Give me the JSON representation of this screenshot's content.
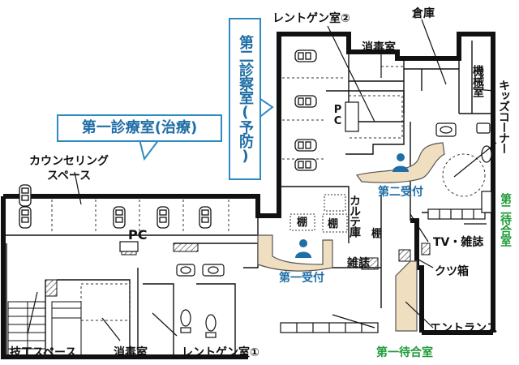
{
  "callouts": {
    "clinic1": "第一診療室(治療)",
    "clinic2": "第二診察室(予防)"
  },
  "labels": {
    "xray2": "レントゲン室②",
    "storage": "倉庫",
    "disinfect_top": "消毒室",
    "machine_room": "機械室",
    "kids_corner": "キッズコーナー",
    "pc_top": "PC",
    "reception2": "第二受付",
    "counseling": "カウンセリングスペース",
    "pc_bottom": "PC",
    "shelf": "棚",
    "karute": "カルテ庫",
    "waiting2": "第二待合室",
    "tv_magazine": "TV・雑誌",
    "magazine": "雑誌",
    "shoe_box": "クツ箱",
    "reception1": "第一受付",
    "entrance": "エントランス",
    "tech_space": "技工スペース",
    "disinfect_bottom": "消毒室",
    "xray1": "レントゲン室①",
    "waiting1": "第一待合室"
  },
  "colors": {
    "wall": "#111111",
    "callout_border": "#2d8bc0",
    "callout_text": "#1f6ea6",
    "reception_blue": "#1f6ea6",
    "waiting_green": "#1f9b3a",
    "counter_fill": "#efdfc0",
    "counter_stroke": "#555555"
  }
}
